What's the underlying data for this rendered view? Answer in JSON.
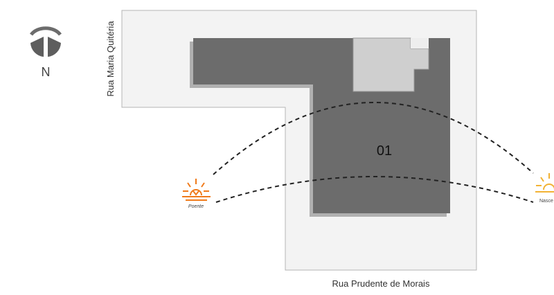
{
  "compass": {
    "label": "N"
  },
  "streets": {
    "top_left": "Rua Maria Quitéria",
    "bottom": "Rua Prudente de Morais"
  },
  "building": {
    "label": "01"
  },
  "sun": {
    "sunset_label": "Poente",
    "sunrise_label": "Nasce"
  },
  "colors": {
    "lot": "#f3f3f3",
    "building": "#6c6c6c",
    "annex": "#cfcfcf",
    "sun_set": "#f07a1a",
    "sun_rise": "#f2b233"
  }
}
